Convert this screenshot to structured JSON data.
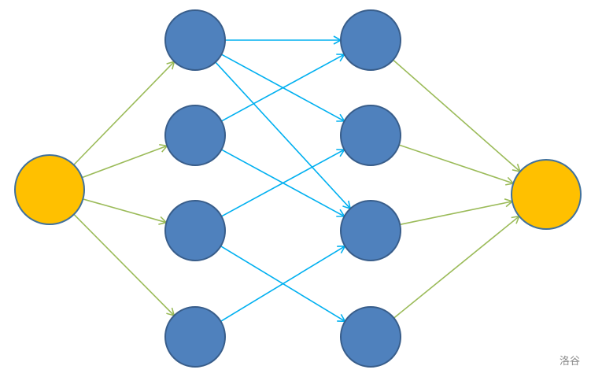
{
  "colors": {
    "source_fill": "#FFC000",
    "source_stroke": "#41719C",
    "hidden_fill": "#4F81BD",
    "hidden_stroke": "#385D8A",
    "sink_fill": "#FFC000",
    "sink_stroke": "#41719C",
    "green_edge": "#9BBB59",
    "blue_edge": "#00B0F0"
  },
  "nodes": [
    {
      "id": "s",
      "role": "source",
      "layer": 0,
      "index": 0
    },
    {
      "id": "a1",
      "role": "hidden",
      "layer": 1,
      "index": 0
    },
    {
      "id": "a2",
      "role": "hidden",
      "layer": 1,
      "index": 1
    },
    {
      "id": "a3",
      "role": "hidden",
      "layer": 1,
      "index": 2
    },
    {
      "id": "a4",
      "role": "hidden",
      "layer": 1,
      "index": 3
    },
    {
      "id": "b1",
      "role": "hidden",
      "layer": 2,
      "index": 0
    },
    {
      "id": "b2",
      "role": "hidden",
      "layer": 2,
      "index": 1
    },
    {
      "id": "b3",
      "role": "hidden",
      "layer": 2,
      "index": 2
    },
    {
      "id": "b4",
      "role": "hidden",
      "layer": 2,
      "index": 3
    },
    {
      "id": "t",
      "role": "sink",
      "layer": 3,
      "index": 0
    }
  ],
  "edges": [
    {
      "from": "s",
      "to": "a1",
      "color": "green"
    },
    {
      "from": "s",
      "to": "a2",
      "color": "green"
    },
    {
      "from": "s",
      "to": "a3",
      "color": "green"
    },
    {
      "from": "s",
      "to": "a4",
      "color": "green"
    },
    {
      "from": "a1",
      "to": "b1",
      "color": "blue"
    },
    {
      "from": "a1",
      "to": "b2",
      "color": "blue"
    },
    {
      "from": "a1",
      "to": "b3",
      "color": "blue"
    },
    {
      "from": "a2",
      "to": "b1",
      "color": "blue"
    },
    {
      "from": "a2",
      "to": "b3",
      "color": "blue"
    },
    {
      "from": "a3",
      "to": "b2",
      "color": "blue"
    },
    {
      "from": "a3",
      "to": "b4",
      "color": "blue"
    },
    {
      "from": "a4",
      "to": "b3",
      "color": "blue"
    },
    {
      "from": "b1",
      "to": "t",
      "color": "green"
    },
    {
      "from": "b2",
      "to": "t",
      "color": "green"
    },
    {
      "from": "b3",
      "to": "t",
      "color": "green"
    },
    {
      "from": "b4",
      "to": "t",
      "color": "green"
    }
  ],
  "watermark": "洛谷"
}
